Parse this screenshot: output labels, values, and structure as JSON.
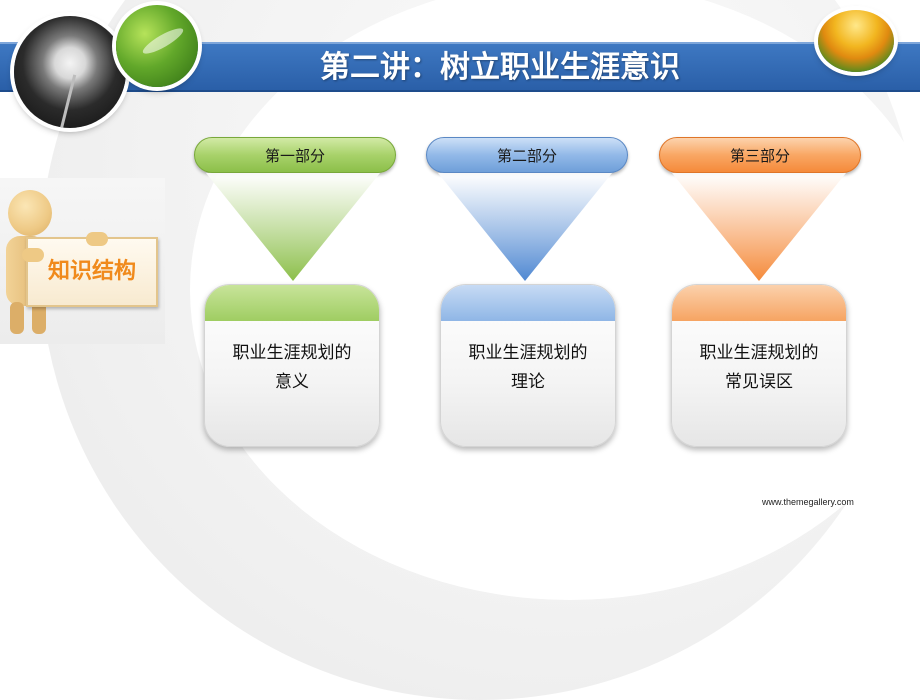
{
  "slide": {
    "title": "第二讲：树立职业生涯意识",
    "footer": "www.themegallery.com"
  },
  "sign": {
    "label": "知识结构"
  },
  "sections": [
    {
      "label": "第一部分",
      "card_line1": "职业生涯规划的",
      "card_line2": "意义",
      "color": "#8cbf4a"
    },
    {
      "label": "第二部分",
      "card_line1": "职业生涯规划的",
      "card_line2": "理论",
      "color": "#6f9fd9"
    },
    {
      "label": "第三部分",
      "card_line1": "职业生涯规划的",
      "card_line2": "常见误区",
      "color": "#f58a3a"
    }
  ],
  "colors": {
    "title_bar": "#2a5fa8",
    "sign_text": "#f08a1c"
  }
}
